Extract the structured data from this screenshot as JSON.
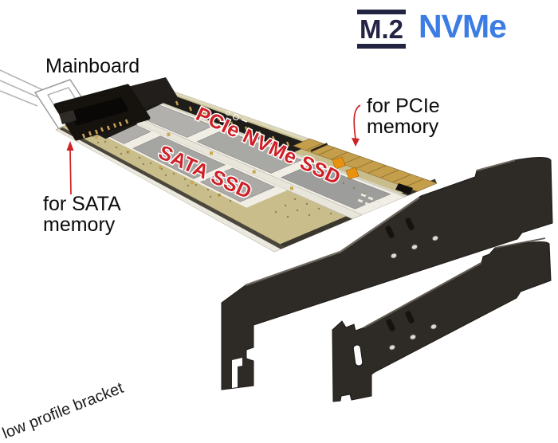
{
  "branding": {
    "m2": "M.2",
    "nvme": "NVMe",
    "m2_color": "#232343",
    "nvme_color": "#3b7de4"
  },
  "annotations": {
    "mainboard": "Mainboard",
    "pcie_memory": "for PCIe\nmemory",
    "sata_memory": "for SATA\nmemory",
    "low_profile_bracket": "low profile bracket",
    "pointer_color": "#cf2127"
  },
  "card": {
    "slot1_label": "PCIe NVMe SSD",
    "slot2_label": "SATA SSD",
    "label_color": "#cf2127",
    "pcb_color": "#c9bd8c",
    "gold_color": "#c49e4a",
    "bracket_color": "#2e2a25"
  }
}
